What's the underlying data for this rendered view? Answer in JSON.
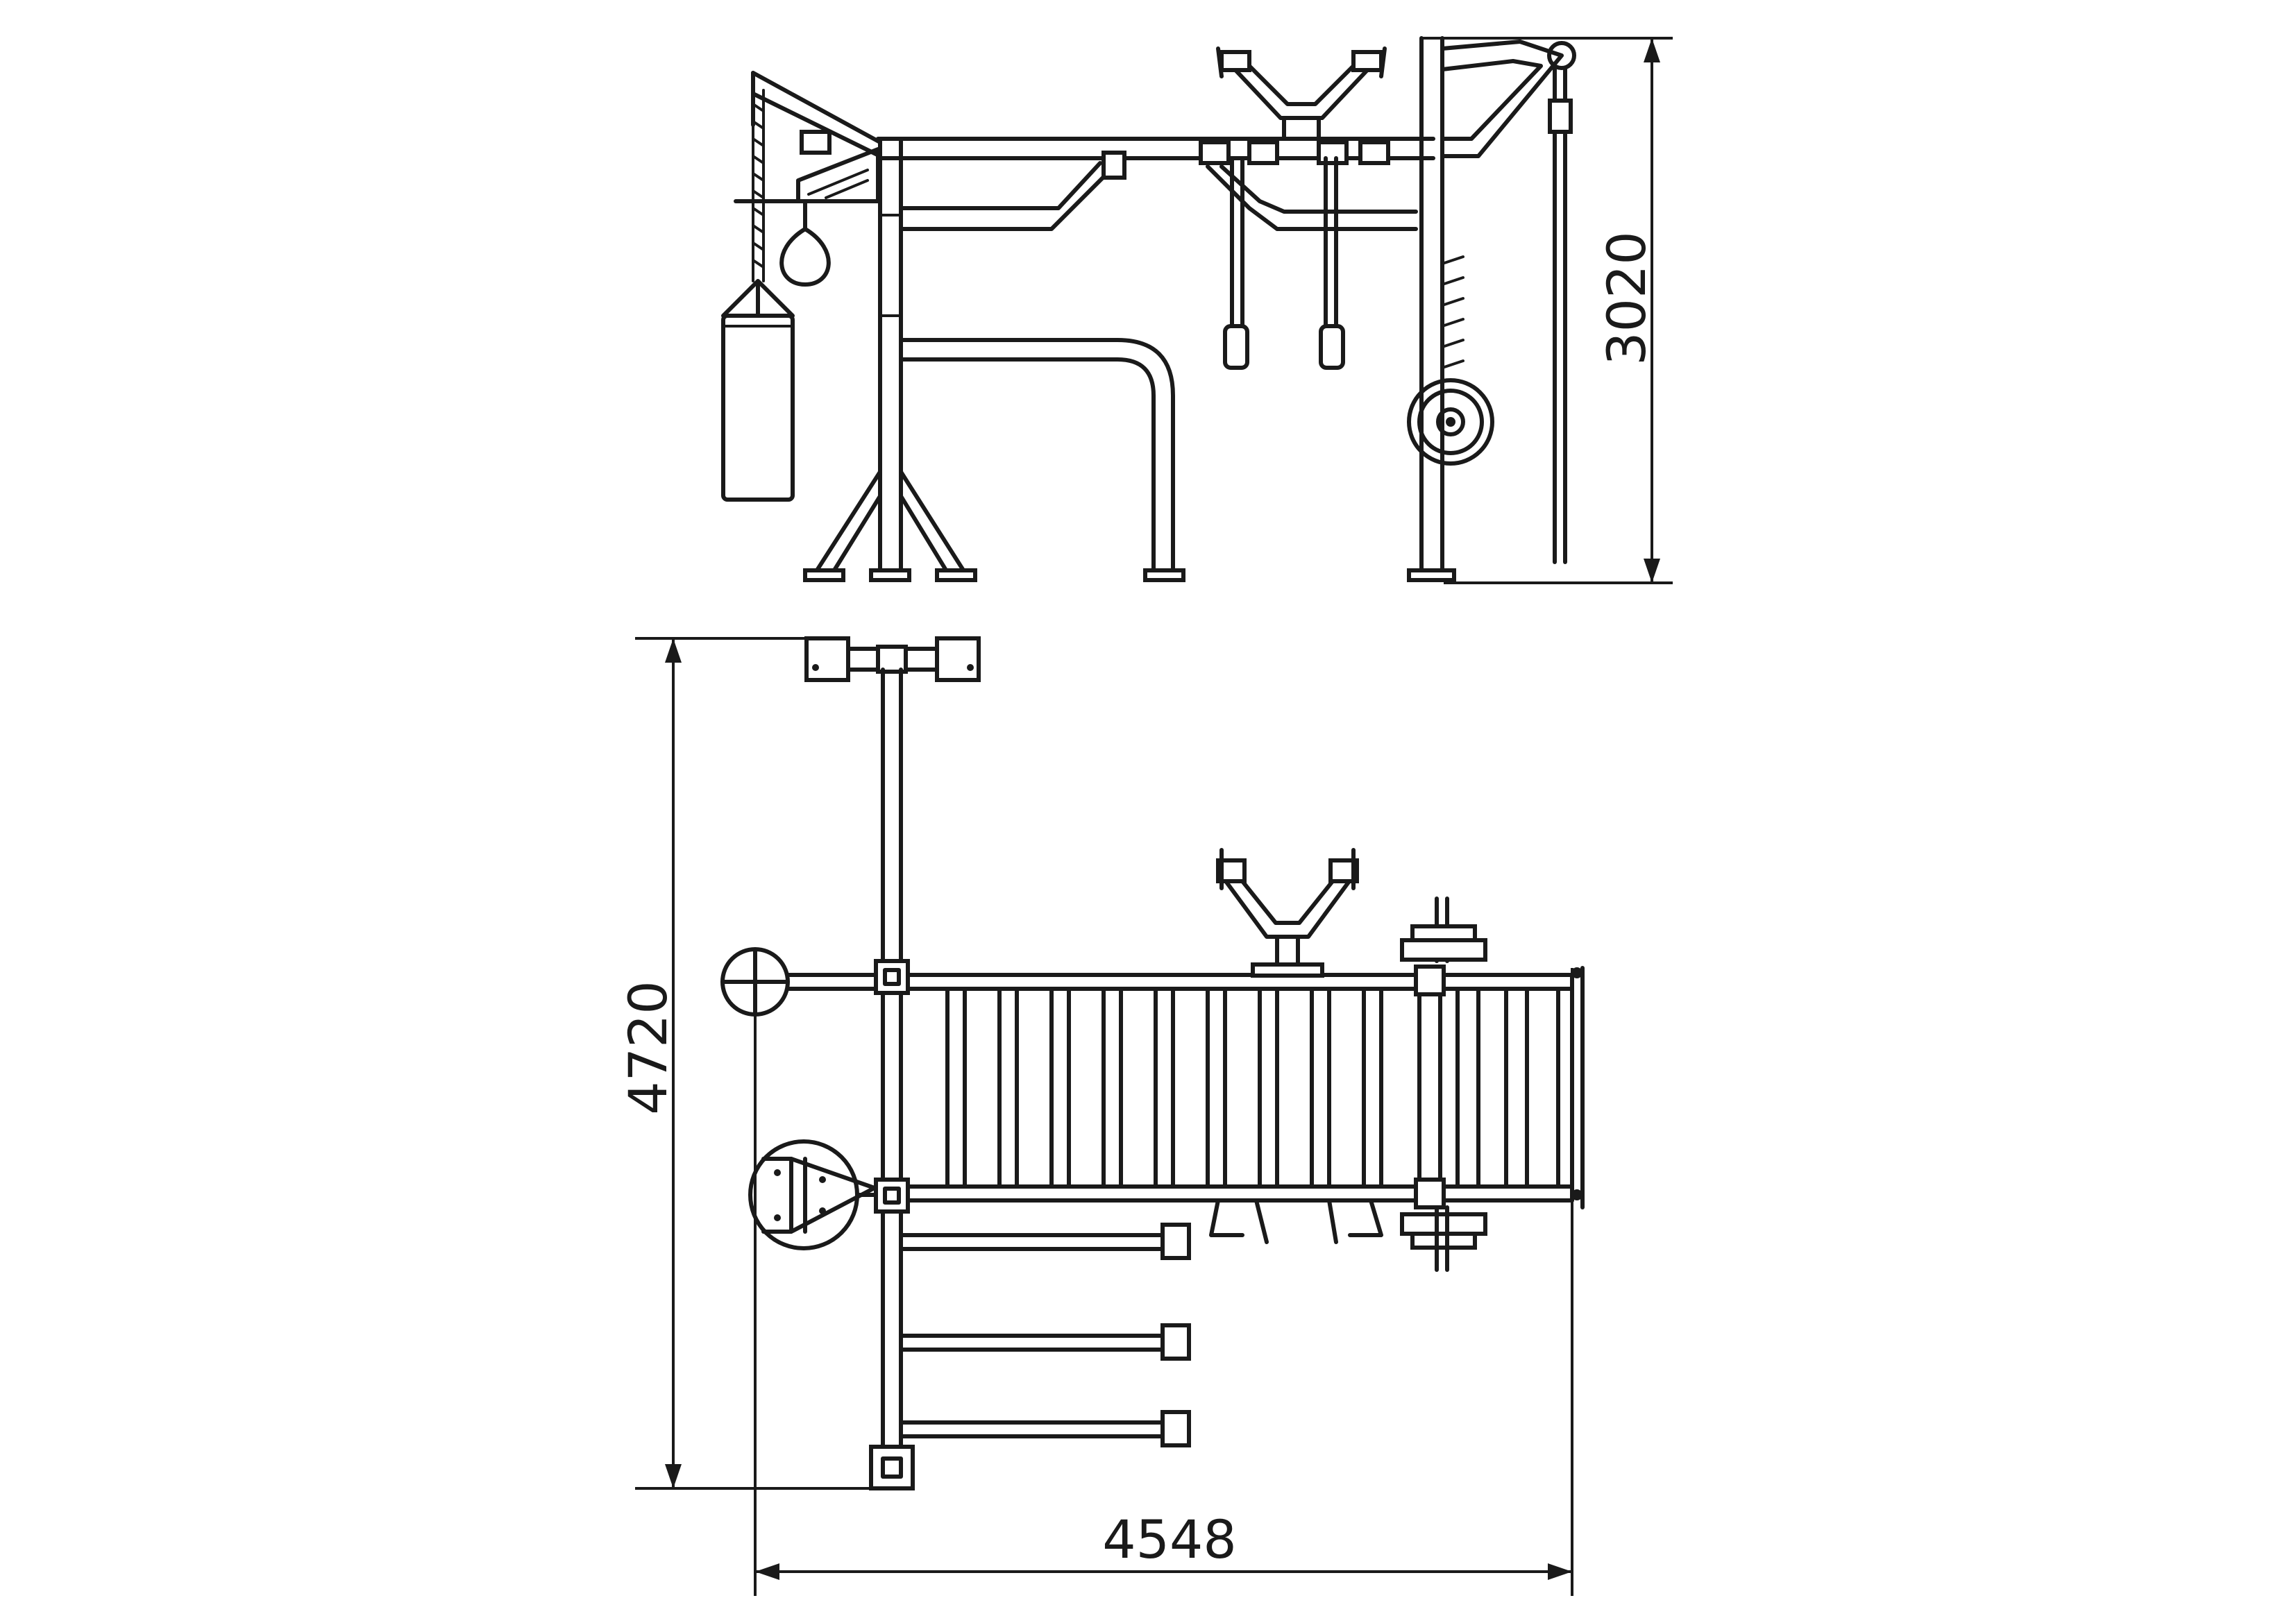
{
  "dimensions": {
    "height": "3020",
    "depth": "4720",
    "width": "4548"
  },
  "colors": {
    "line": "#1a1a1a",
    "background": "#ffffff"
  }
}
